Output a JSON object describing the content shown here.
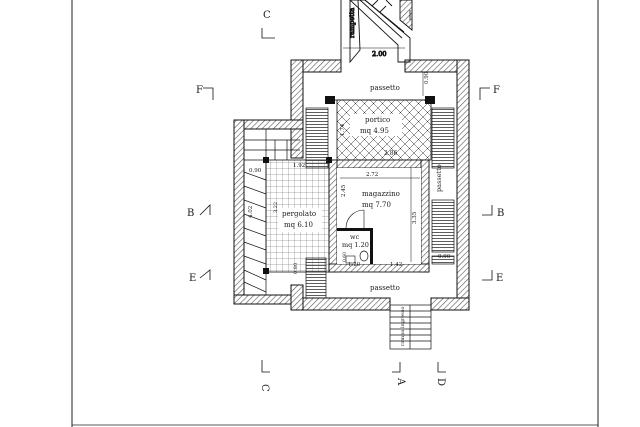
{
  "rooms": {
    "portico": {
      "name": "portico",
      "area": "mq 4.95"
    },
    "magazzino": {
      "name": "magazzino",
      "area": "mq 7.70"
    },
    "wc": {
      "name": "wc",
      "area": "mq 1.20"
    },
    "pergolato": {
      "name": "pergolato",
      "area": "mq 6.10"
    }
  },
  "labels": {
    "passetto_top": "passetto",
    "passetto_bottom": "passetto",
    "passetto_right": "passetto",
    "rampetta": "rampetta",
    "rampa_ingresso": "rampa ingresso"
  },
  "dimensions": {
    "d_200": "2.00",
    "d_090_top": "0.90",
    "d_174": "1.74",
    "d_286": "2.86",
    "d_272": "2.72",
    "d_192": "1.92",
    "d_090_left": "0.90",
    "d_245": "2.45",
    "d_335": "3.35",
    "d_402": "4.02",
    "d_322": "3.22",
    "d_090_right": "0.90",
    "d_080": "0.80",
    "d_120": "1.20",
    "d_142": "1.42",
    "d_060": "0.60"
  },
  "section_marks": {
    "C_top": "C",
    "C_bottom": "C",
    "F_left": "F",
    "F_right": "F",
    "B_left": "B",
    "B_right": "B",
    "E_left": "E",
    "E_right": "E",
    "A": "A",
    "D": "D"
  }
}
